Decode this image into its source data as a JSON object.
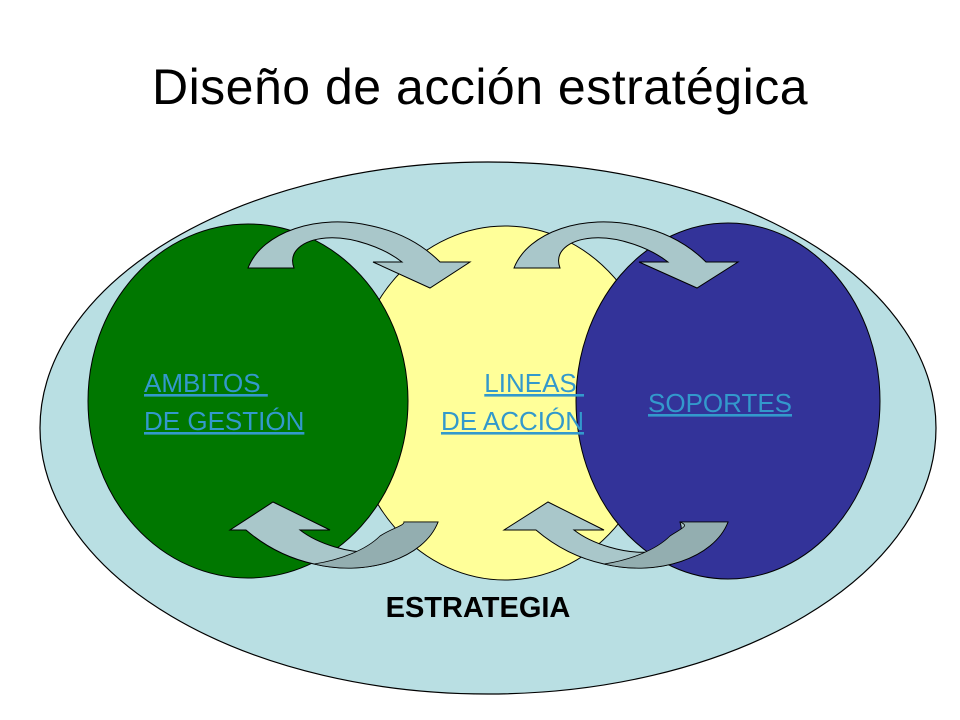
{
  "title": "Diseño de acción estratégica",
  "circles": {
    "ambitos": {
      "line1": "AMBITOS ",
      "line2": "DE GESTIÓN"
    },
    "lineas": {
      "line1": "LINEAS ",
      "line2": "DE ACCIÓN"
    },
    "soportes": {
      "label": "SOPORTES"
    }
  },
  "outer_label": "ESTRATEGIA",
  "colors": {
    "outer": "#b9dfe3",
    "green": "#007700",
    "yellow": "#ffff99",
    "blue": "#333399",
    "link": "#3399cc",
    "arrow_fill": "#a9c7ca",
    "arrow_dark": "#93aeb0"
  }
}
